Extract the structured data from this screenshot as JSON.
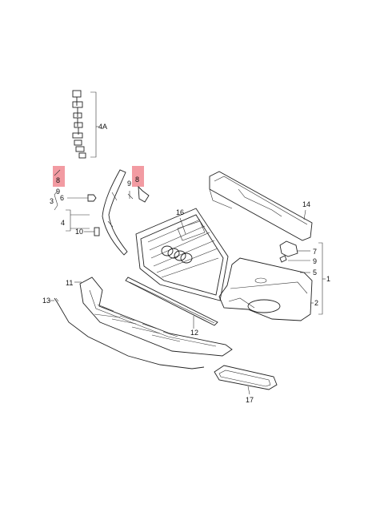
{
  "diagram": {
    "labels": {
      "p1": "1",
      "p2": "2",
      "p3": "3",
      "p4": "4",
      "p4a": "4A",
      "p5": "5",
      "p6": "6",
      "p7": "7",
      "p8_left": "8",
      "p8_mid": "8",
      "p9_left": "9",
      "p9_mid": "9",
      "p9_right": "9",
      "p10": "10",
      "p11": "11",
      "p12": "12",
      "p13": "13",
      "p14": "14",
      "p16": "16",
      "p17": "17"
    },
    "highlight_color": "#f08a92"
  }
}
